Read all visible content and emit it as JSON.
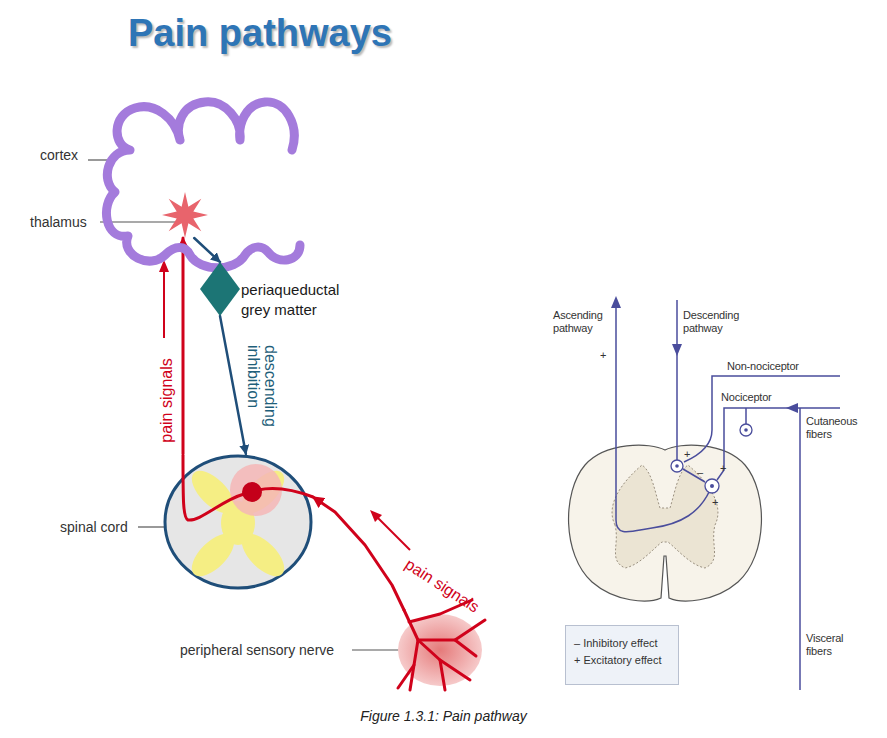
{
  "diagram": {
    "title": "Pain pathways",
    "caption": "Figure 1.3.1: Pain pathway",
    "nodes": [
      {
        "text": [
          "cortex"
        ]
      },
      {
        "text": [
          "thalamus"
        ]
      },
      {
        "text": [
          "periaqueductal grey matter"
        ]
      },
      {
        "text": [
          "spinal cord"
        ]
      },
      {
        "text": [
          "peripheral sensory nerve"
        ]
      }
    ],
    "edges": [
      {
        "from": 4,
        "to": 3,
        "arrow": "to",
        "label": "pain signals"
      },
      {
        "from": 3,
        "to": 1,
        "arrow": "to",
        "label": "pain signals"
      },
      {
        "from": 1,
        "to": 2,
        "arrow": "to"
      },
      {
        "from": 2,
        "to": 3,
        "arrow": "to",
        "label": "descending inhibition"
      }
    ],
    "labels": [
      "Ascending pathway",
      "Descending pathway",
      "+",
      "Non-nociceptor",
      "Nociceptor",
      "Cutaneous fibers",
      "+",
      "–",
      "+",
      "+",
      "Visceral fibers"
    ],
    "legend": [
      {
        "text": "– Inhibitory effect"
      },
      {
        "text": "+ Excitatory effect"
      }
    ]
  }
}
